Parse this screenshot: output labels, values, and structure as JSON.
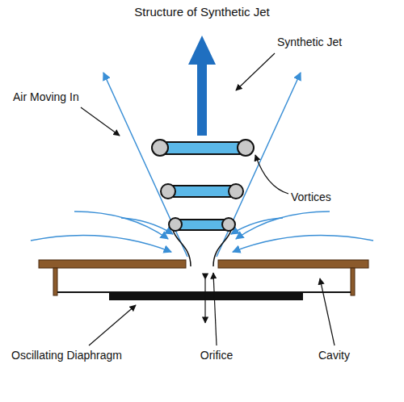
{
  "diagram": {
    "title": "Structure of Synthetic Jet",
    "labels": [
      "Synthetic Jet",
      "Air Moving In",
      "Vortices",
      "Oscillating Diaphragm",
      "Orifice",
      "Cavity"
    ]
  }
}
